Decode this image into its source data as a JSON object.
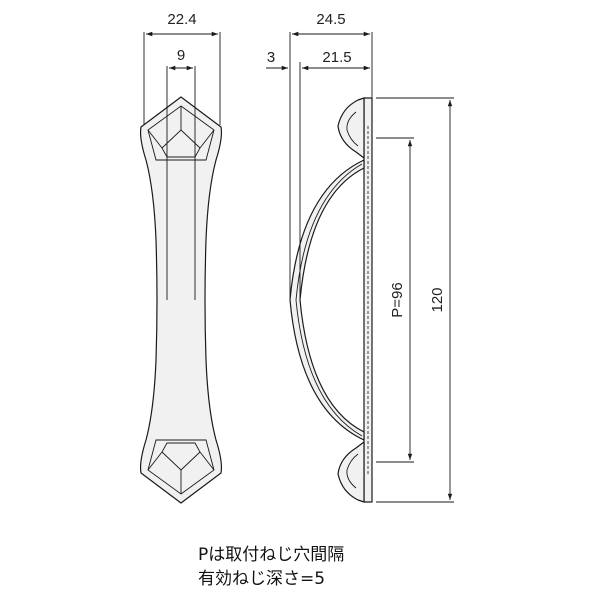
{
  "dimensions": {
    "front_width": "22.4",
    "front_inner": "9",
    "side_depth": "24.5",
    "side_thickness": "3",
    "side_inner": "21.5",
    "pitch": "P=96",
    "length": "120"
  },
  "notes": {
    "line1": "Pは取付ねじ穴間隔",
    "line2": "有効ねじ深さ=5"
  }
}
